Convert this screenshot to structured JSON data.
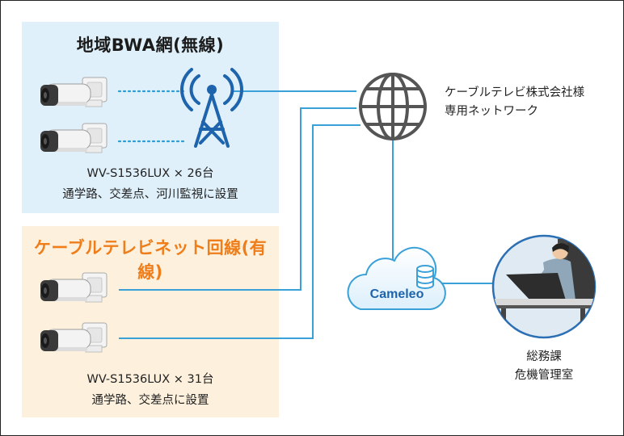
{
  "bwa": {
    "title": "地域BWA網(無線)",
    "model": "WV-S1536LUX × 26台",
    "usage": "通学路、交差点、河川監視に設置"
  },
  "cable": {
    "title": "ケーブルテレビネット回線(有線)",
    "model": "WV-S1536LUX × 31台",
    "usage": "通学路、交差点に設置"
  },
  "network": {
    "line1": "ケーブルテレビ株式会社様",
    "line2": "専用ネットワーク"
  },
  "cloud": {
    "label": "Cameleo"
  },
  "office": {
    "line1": "総務課",
    "line2": "危機管理室"
  },
  "colors": {
    "line": "#3aa0d8",
    "tower": "#1e64ad",
    "globe": "#555555",
    "cloud_fill": "#eaf6fd",
    "cloud_text": "#1e64ad",
    "bwa_panel": "#dff0fa",
    "cable_panel": "#fdf1dd",
    "cable_title": "#ee7d1a"
  }
}
